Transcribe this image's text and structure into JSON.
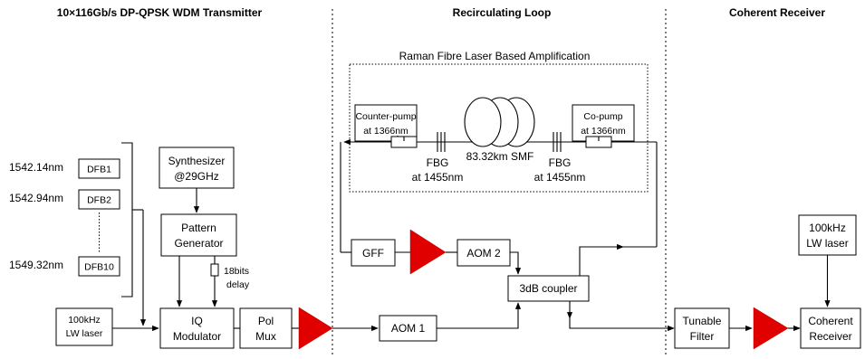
{
  "sections": {
    "transmitter": "10×116Gb/s DP-QPSK WDM Transmitter",
    "loop": "Recirculating Loop",
    "receiver": "Coherent Receiver"
  },
  "raman": {
    "title": "Raman Fibre Laser Based Amplification",
    "counter_pump": [
      "Counter-pump",
      "at 1366nm"
    ],
    "co_pump": [
      "Co-pump",
      "at 1366nm"
    ],
    "smf": "83.32km SMF",
    "fbg_left": [
      "FBG",
      "at 1455nm"
    ],
    "fbg_right": [
      "FBG",
      "at 1455nm"
    ]
  },
  "transmitter": {
    "wavelengths": [
      "1542.14nm",
      "1542.94nm",
      "1549.32nm"
    ],
    "dfb": [
      "DFB1",
      "DFB2",
      "DFB10"
    ],
    "synthesizer": [
      "Synthesizer",
      "@29GHz"
    ],
    "pattern_generator": [
      "Pattern",
      "Generator"
    ],
    "delay": [
      "18bits",
      "delay"
    ],
    "lw_laser": [
      "100kHz",
      "LW laser"
    ],
    "iq_modulator": [
      "IQ",
      "Modulator"
    ],
    "pol_mux": [
      "Pol",
      "Mux"
    ]
  },
  "loop": {
    "gff": "GFF",
    "aom2": "AOM 2",
    "aom1": "AOM 1",
    "coupler": "3dB coupler"
  },
  "receiver": {
    "lw_laser": [
      "100kHz",
      "LW laser"
    ],
    "tunable_filter": [
      "Tunable",
      "Filter"
    ],
    "coherent_receiver": [
      "Coherent",
      "Receiver"
    ]
  }
}
